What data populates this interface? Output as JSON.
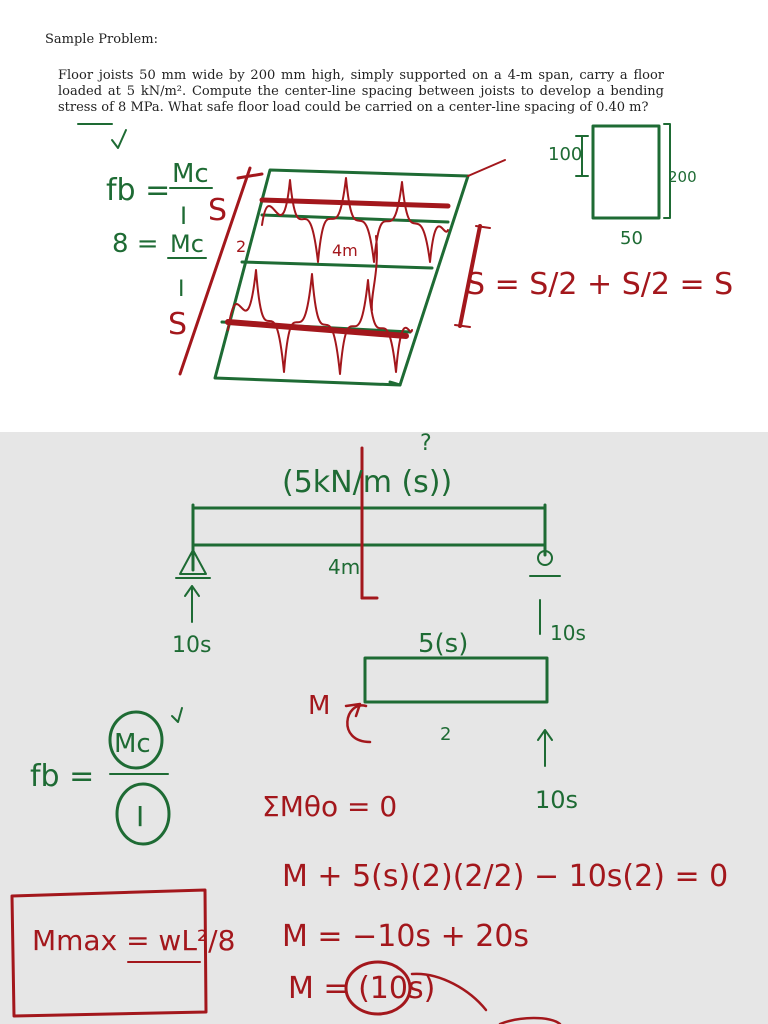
{
  "heading": "Sample Problem:",
  "problem_text": "Floor joists 50 mm wide by 200 mm high, simply supported on a 4-m span, carry a floor loaded at 5 kN/m². Compute the center-line spacing between joists to develop a bending stress of 8 MPa. What safe floor load could be carried on a center-line spacing of 0.40 m?",
  "ink": {
    "green": "#1e6b34",
    "red": "#a3171c"
  },
  "top_notes": {
    "check": "✓",
    "fb": "fb =",
    "mc": "Mc",
    "i": "I",
    "eight": "8 =",
    "s": "S",
    "two": "2",
    "four_m": "4m",
    "s_eq": "S = S/2 + S/2 = S",
    "dim_100": "100",
    "dim_200": "200",
    "dim_50": "50"
  },
  "bottom_notes": {
    "load": "(5kN/m (s))",
    "q": "?",
    "span": "4m",
    "r_left": "10s",
    "r_right": "10s",
    "segload": "5(s)",
    "m": "M",
    "len2": "2",
    "r_fbd": "10s",
    "fb_eq": "fb =",
    "mc": "Mc",
    "i": "I",
    "sum": "ΣMθo = 0",
    "eq1": "M + 5(s)(2)(2/2) − 10s(2) = 0",
    "eq2": "M = −10s + 20s",
    "eq3": "M = (10s)",
    "mmax": "Mmax = wL²/8"
  }
}
